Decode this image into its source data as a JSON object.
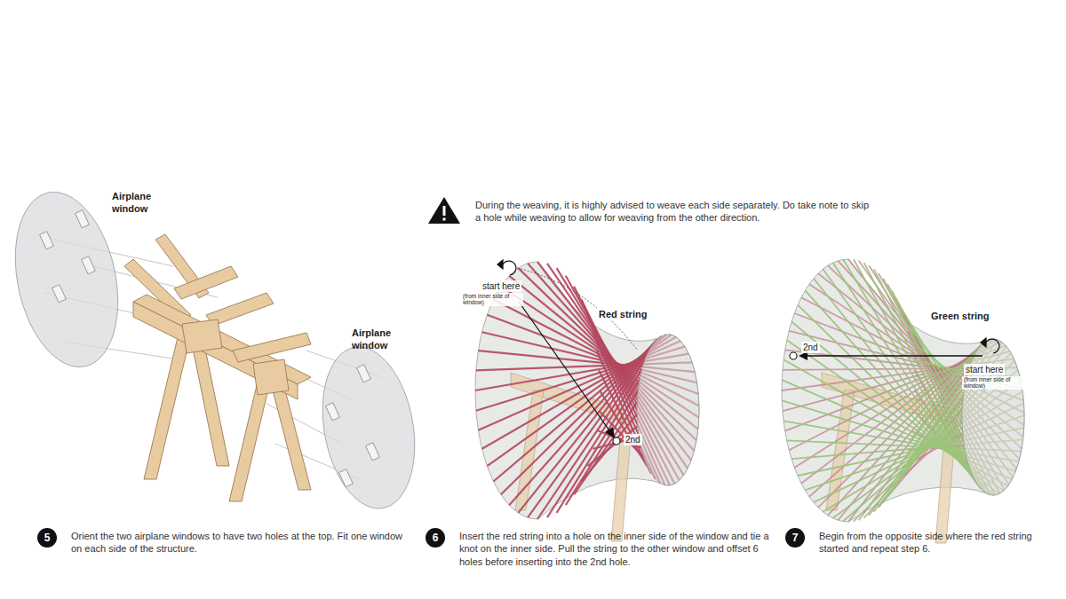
{
  "diagram": {
    "nodes": [
      {
        "text": [
          "5"
        ]
      },
      {
        "text": [
          "6"
        ]
      },
      {
        "text": [
          "7"
        ]
      }
    ],
    "labels": [
      "Airplane window",
      "Airplane window",
      "During the weaving, it is highly advised to weave each side separately. Do take note to skip a hole while weaving to allow for weaving from the other direction.",
      "start here",
      "(from inner side of window)",
      "Red string",
      "2nd",
      "Green string",
      "start here",
      "(from inner side of window)",
      "2nd",
      "Orient the two airplane windows to have two holes at the top. Fit one window on each side of the structure.",
      "Insert the red string into a hole on the inner side of the window and tie a knot on the inner side. Pull the string to the other window and offset 6 holes before inserting into the 2nd hole.",
      "Begin from the opposite side where the red string started and repeat step 6."
    ]
  }
}
